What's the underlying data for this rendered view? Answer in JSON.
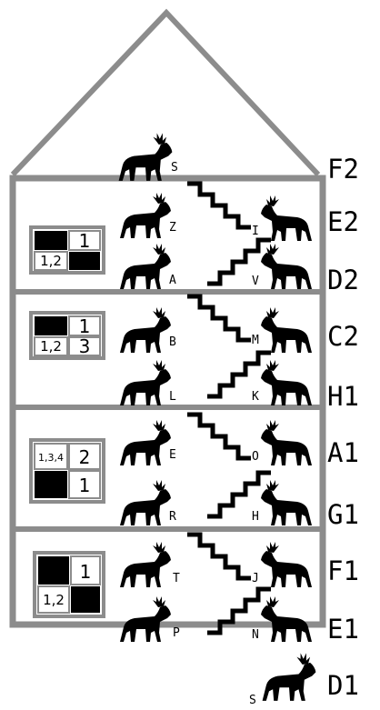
{
  "floor_labels": {
    "F2": "F2",
    "E2": "E2",
    "D2": "D2",
    "C2": "C2",
    "H1": "H1",
    "A1": "A1",
    "G1": "G1",
    "F1": "F1",
    "E1": "E1",
    "D1": "D1"
  },
  "moose_letters": {
    "roof": "S",
    "basement": "S",
    "upper_left": [
      "Z",
      "B",
      "E",
      "T"
    ],
    "lower_left": [
      "A",
      "L",
      "R",
      "P"
    ],
    "upper_right": [
      "I",
      "M",
      "O",
      "J"
    ],
    "lower_right": [
      "V",
      "K",
      "H",
      "N"
    ]
  },
  "grids": [
    {
      "tl": "",
      "tr": "1",
      "bl": "1,2",
      "br": "",
      "tl_black": true,
      "br_black": true
    },
    {
      "tl": "",
      "tr": "1",
      "bl": "1,2",
      "br": "3",
      "tl_black": true,
      "br_black": false
    },
    {
      "tl": "1,3,4",
      "tr": "2",
      "bl": "",
      "br": "1",
      "tl_black": false,
      "bl_black": true
    },
    {
      "tl": "",
      "tr": "1",
      "bl": "1,2",
      "br": "",
      "tl_black": true,
      "br_black": true
    }
  ],
  "colors": {
    "frame": "#8c8c8c",
    "ink": "#000000",
    "background": "#ffffff"
  }
}
